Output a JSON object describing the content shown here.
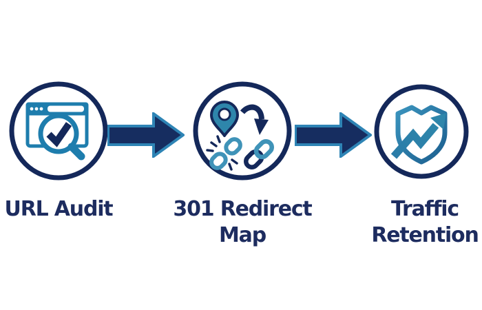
{
  "diagram": {
    "type": "process-flow",
    "background": "#ffffff",
    "colors": {
      "circle_border_navy": "#14285a",
      "icon_teal": "#1e7dad",
      "pin_teal": "#2e86ab",
      "link_light_teal": "#3f93b8",
      "arrow_fill_navy": "#162d60",
      "arrow_border_teal": "#2e84b5",
      "label_text_navy": "#1d2c5f"
    },
    "steps": [
      {
        "label": "URL Audit",
        "line1": "URL Audit",
        "line2": "",
        "icon": "browser-url-search-icon"
      },
      {
        "label": "301 Redirect Map",
        "line1": "301 Redirect",
        "line2": "Map",
        "icon": "location-pin-redirect-links-icon"
      },
      {
        "label": "Traffic Retention",
        "line1": "Traffic",
        "line2": "Retention",
        "icon": "shield-growth-arrow-icon"
      }
    ],
    "connectors": [
      {
        "type": "arrow-right"
      },
      {
        "type": "arrow-right"
      }
    ]
  }
}
